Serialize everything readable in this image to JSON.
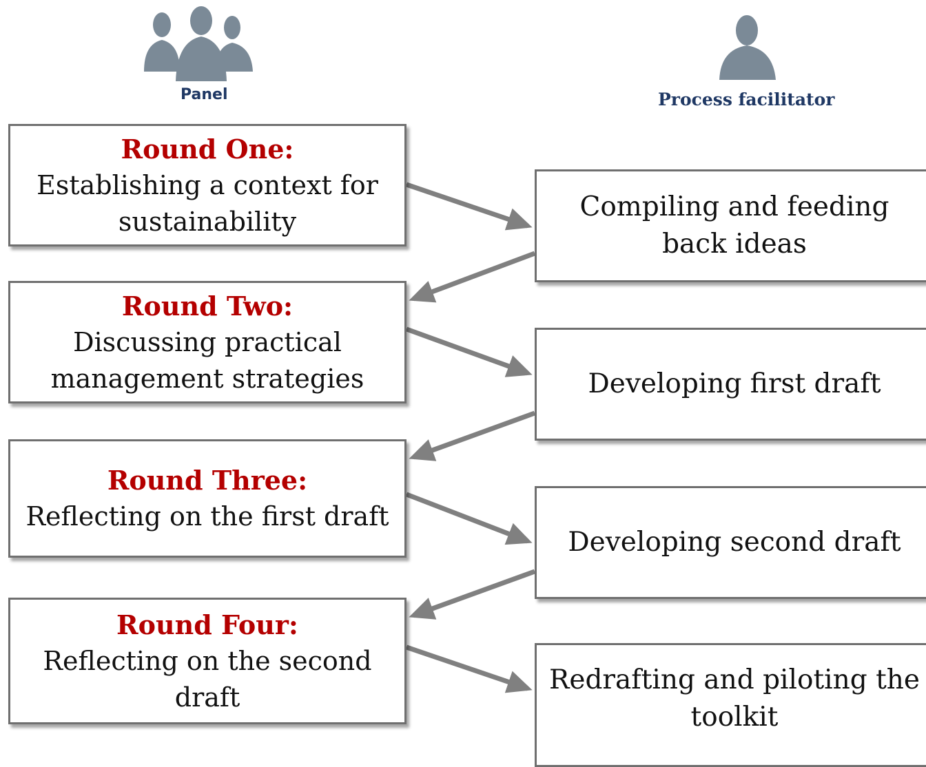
{
  "roles": {
    "panel": {
      "label": "Panel",
      "icon": "people-group-icon"
    },
    "facilitator": {
      "label": "Process facilitator",
      "icon": "person-icon"
    }
  },
  "rounds": [
    {
      "title": "Round One:",
      "text": "Establishing a context for sustainability"
    },
    {
      "title": "Round Two:",
      "text": "Discussing practical management strategies"
    },
    {
      "title": "Round Three:",
      "text": "Reflecting on the first draft"
    },
    {
      "title": "Round Four:",
      "text": "Reflecting on the second draft"
    }
  ],
  "facilitator_steps": [
    "Compiling and feeding back ideas",
    "Developing first draft",
    "Developing second draft",
    "Redrafting and piloting the toolkit"
  ],
  "colors": {
    "round_title": "#b40000",
    "role_label": "#1f3864",
    "icon": "#7b8a97",
    "arrow": "#808080",
    "box_border": "#6f6f6f"
  }
}
